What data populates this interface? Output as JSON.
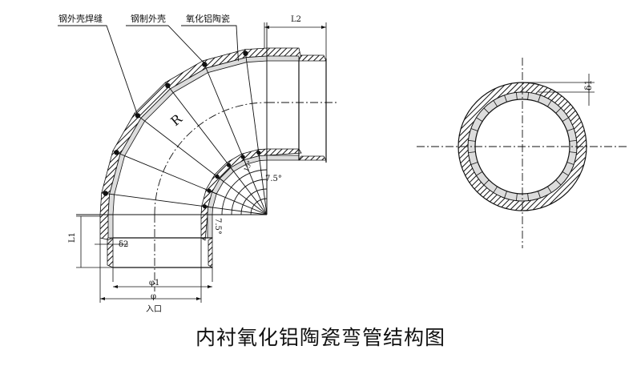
{
  "caption": "内衬氧化铝陶瓷弯管结构图",
  "callouts": {
    "weld": "钢外壳焊缝",
    "shell": "钢制外壳",
    "ceramic": "氧化铝陶瓷"
  },
  "dimensions": {
    "L1": "L1",
    "L2": "L2",
    "R": "R",
    "delta1": "δ1",
    "delta2": "δ2",
    "phi1": "φ1",
    "phi": "φ",
    "inlet": "入口",
    "angle_top": "7.5°",
    "angle_bottom": "7.5°",
    "angle_15": "15°"
  },
  "colors": {
    "line": "#111111",
    "ceramic_fill": "#dcdcdc",
    "background": "#ffffff"
  },
  "elbow": {
    "segments": 6,
    "segment_angle_deg": 15,
    "end_angle_deg": 7.5
  }
}
